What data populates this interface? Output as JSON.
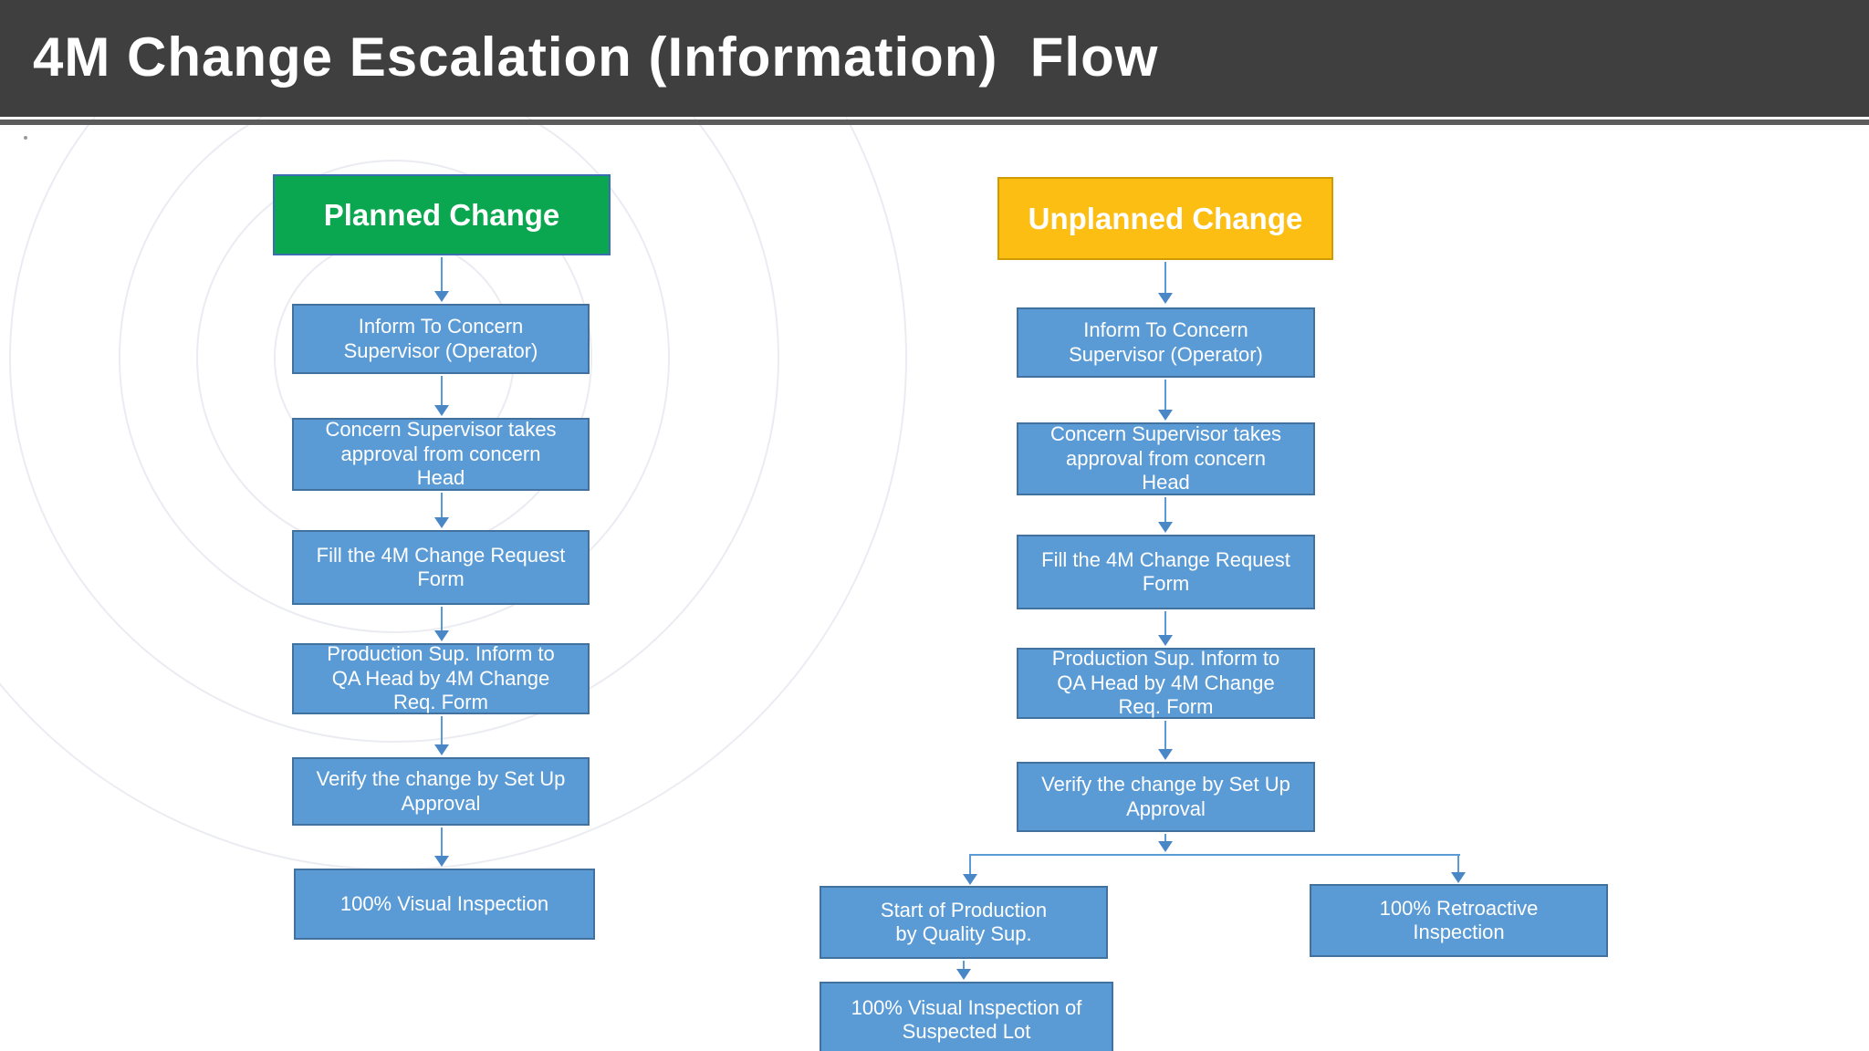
{
  "slide": {
    "title": "4M Change Escalation (Information)  Flow"
  },
  "colors": {
    "header_bar": "#3f3f3f",
    "title_color": "#ffffff",
    "planned_green": "#0ba750",
    "planned_border": "#3a6eb0",
    "unplanned_yellow": "#fdbe14",
    "unplanned_border": "#cf9b00",
    "box_blue": "#5b9bd5",
    "box_border": "#41719c",
    "arrow_blue": "#5b9bd5",
    "arrow_head": "#4a87c7",
    "circle_color": "#e3e6ee"
  },
  "planned": {
    "header": "Planned Change",
    "steps": [
      {
        "text": "Inform To Concern\nSupervisor (Operator)"
      },
      {
        "text": "Concern Supervisor  takes\napproval from concern\nHead"
      },
      {
        "text": "Fill the 4M Change Request\nForm"
      },
      {
        "text": "Production Sup. Inform to\nQA Head by 4M Change\nReq. Form"
      },
      {
        "text": "Verify the change by Set Up\nApproval"
      },
      {
        "text": "100% Visual Inspection"
      }
    ]
  },
  "unplanned": {
    "header": "Unplanned Change",
    "steps": [
      {
        "text": "Inform To Concern\nSupervisor (Operator)"
      },
      {
        "text": "Concern Supervisor  takes\napproval from concern\nHead"
      },
      {
        "text": "Fill the 4M Change Request\nForm"
      },
      {
        "text": "Production Sup. Inform to\nQA Head by 4M Change\nReq. Form"
      },
      {
        "text": "Verify the change by Set Up\nApproval"
      }
    ],
    "branch_left": {
      "text": "Start of Production\nby Quality Sup."
    },
    "branch_right": {
      "text": "100% Retroactive\nInspection"
    },
    "branch_left_child": {
      "text": "100% Visual Inspection of\nSuspected Lot"
    }
  }
}
